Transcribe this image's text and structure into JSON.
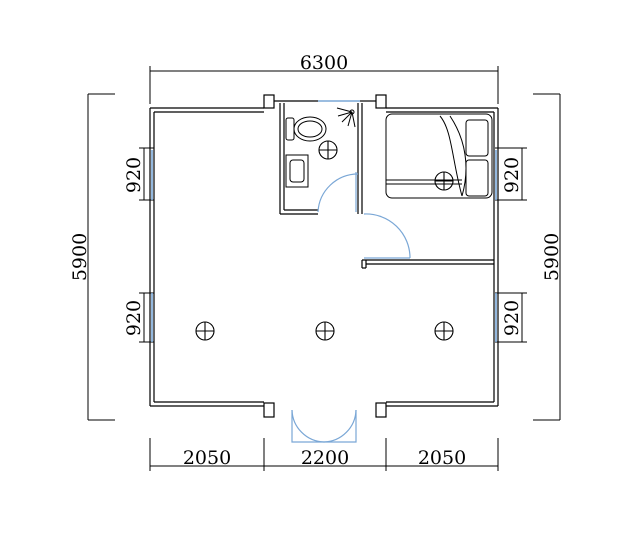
{
  "dimensions": {
    "top_width": "6300",
    "left_height": "5900",
    "right_height": "5900",
    "left_window_upper": "920",
    "left_window_lower": "920",
    "right_window_upper": "920",
    "right_window_lower": "920",
    "bottom_left": "2050",
    "bottom_center": "2200",
    "bottom_right": "2050"
  },
  "colors": {
    "wall": "#000000",
    "window_door": "#7aa7d6",
    "background": "#ffffff"
  },
  "icons": [
    "toilet-icon",
    "sink-icon",
    "shower-icon",
    "bed-icon",
    "ceiling-light-icon"
  ]
}
